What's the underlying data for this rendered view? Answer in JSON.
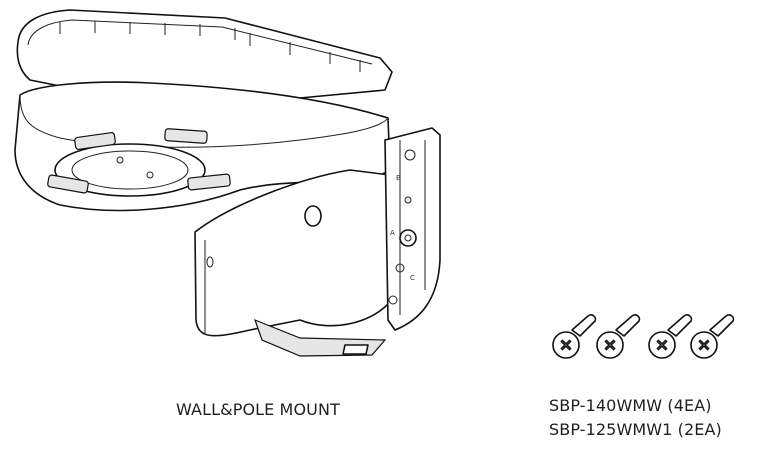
{
  "mount": {
    "label": "WALL&POLE MOUNT"
  },
  "screws": {
    "line1": "SBP-140WMW (4EA)",
    "line2": "SBP-125WMW1 (2EA)",
    "count_drawn": 4
  },
  "colors": {
    "line": "#111111",
    "background": "#ffffff",
    "text": "#1f1f1f"
  }
}
